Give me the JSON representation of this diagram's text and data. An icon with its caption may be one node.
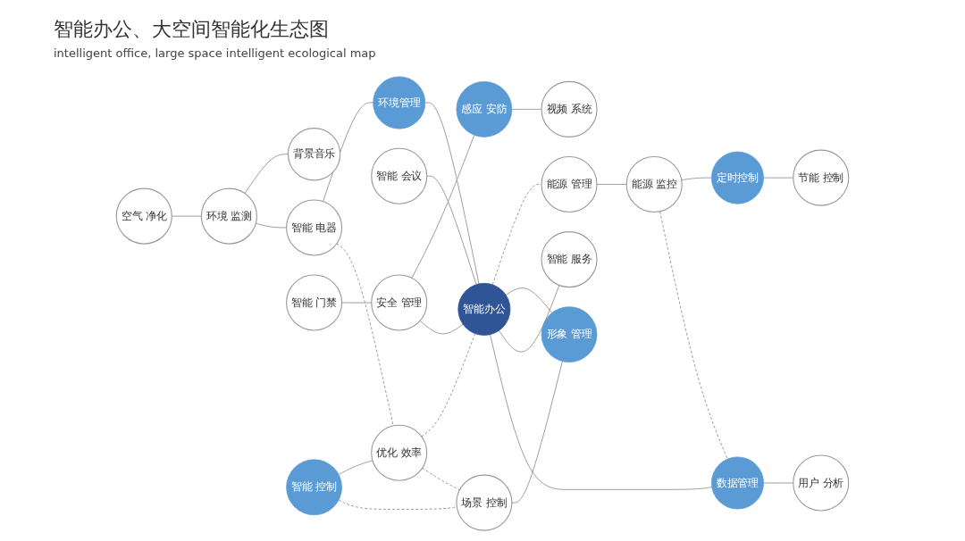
{
  "diagram": {
    "title": "智能办公、大空间智能化生态图",
    "caption": "intelligent office, large space intelligent ecological map",
    "nodes": [
      {
        "text": [
          "空气 净化"
        ]
      },
      {
        "text": [
          "环境 监测"
        ]
      },
      {
        "text": [
          "背景音乐"
        ]
      },
      {
        "text": [
          "智能 电器"
        ]
      },
      {
        "text": [
          "环境管理"
        ]
      },
      {
        "text": [
          "智能 会议"
        ]
      },
      {
        "text": [
          "智能 门禁"
        ]
      },
      {
        "text": [
          "安全 管理"
        ]
      },
      {
        "text": [
          "感应 安防"
        ]
      },
      {
        "text": [
          "视频 系统"
        ]
      },
      {
        "text": [
          "智能 控制"
        ]
      },
      {
        "text": [
          "优化 效率"
        ]
      },
      {
        "text": [
          "智能办公"
        ]
      },
      {
        "text": [
          "能源 管理"
        ]
      },
      {
        "text": [
          "能源 监控"
        ]
      },
      {
        "text": [
          "定时控制"
        ]
      },
      {
        "text": [
          "场景 控制"
        ]
      },
      {
        "text": [
          "形象 管理"
        ]
      },
      {
        "text": [
          "智能 服务"
        ]
      },
      {
        "text": [
          "数据管理"
        ]
      },
      {
        "text": [
          "用户 分析"
        ]
      },
      {
        "text": [
          "节能 控制"
        ]
      }
    ],
    "edges": [
      {
        "from": 0,
        "to": 1,
        "arrow": "none"
      },
      {
        "from": 1,
        "to": 2,
        "arrow": "none"
      },
      {
        "from": 1,
        "to": 3,
        "arrow": "none"
      },
      {
        "from": 3,
        "to": 4,
        "arrow": "none"
      },
      {
        "from": 3,
        "to": 11,
        "arrow": "none",
        "style": "dashed"
      },
      {
        "from": 4,
        "to": 12,
        "arrow": "none"
      },
      {
        "from": 5,
        "to": 12,
        "arrow": "none"
      },
      {
        "from": 6,
        "to": 7,
        "arrow": "none"
      },
      {
        "from": 7,
        "to": 8,
        "arrow": "none"
      },
      {
        "from": 8,
        "to": 9,
        "arrow": "none"
      },
      {
        "from": 7,
        "to": 12,
        "arrow": "none"
      },
      {
        "from": 10,
        "to": 11,
        "arrow": "none"
      },
      {
        "from": 10,
        "to": 16,
        "arrow": "none",
        "style": "dashed"
      },
      {
        "from": 11,
        "to": 12,
        "arrow": "none",
        "style": "dashed"
      },
      {
        "from": 11,
        "to": 16,
        "arrow": "none",
        "style": "dashed"
      },
      {
        "from": 12,
        "to": 13,
        "arrow": "none",
        "style": "dashed"
      },
      {
        "from": 13,
        "to": 14,
        "arrow": "none"
      },
      {
        "from": 14,
        "to": 15,
        "arrow": "none"
      },
      {
        "from": 14,
        "to": 19,
        "arrow": "none",
        "style": "dashed"
      },
      {
        "from": 15,
        "to": 21,
        "arrow": "none"
      },
      {
        "from": 16,
        "to": 17,
        "arrow": "none"
      },
      {
        "from": 12,
        "to": 17,
        "arrow": "none"
      },
      {
        "from": 12,
        "to": 18,
        "arrow": "none"
      },
      {
        "from": 12,
        "to": 19,
        "arrow": "none"
      },
      {
        "from": 19,
        "to": 20,
        "arrow": "none"
      }
    ]
  }
}
